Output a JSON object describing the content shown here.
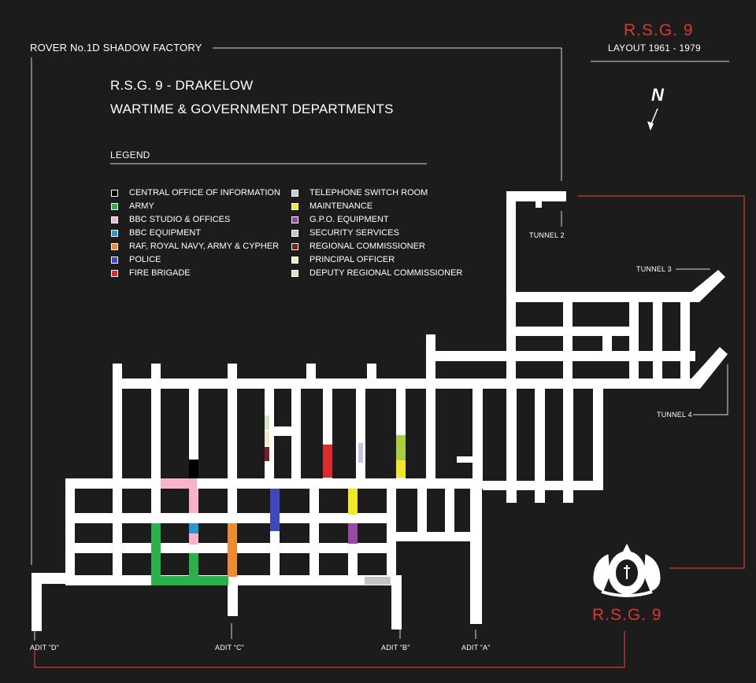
{
  "header": {
    "factory_label": "ROVER No.1D SHADOW FACTORY",
    "title_line1": "R.S.G. 9 - DRAKELOW",
    "title_line2": "WARTIME & GOVERNMENT DEPARTMENTS",
    "legend_heading": "LEGEND",
    "badge_title": "R.S.G. 9",
    "badge_subtitle": "LAYOUT 1961 - 1979",
    "north_letter": "N"
  },
  "footer": {
    "crest_caption": "R.S.G. 9"
  },
  "legend": {
    "left": [
      {
        "label": "CENTRAL OFFICE OF INFORMATION",
        "color": "#000000"
      },
      {
        "label": "ARMY",
        "color": "#2bb04a"
      },
      {
        "label": "BBC STUDIO & OFFICES",
        "color": "#f6b3c9"
      },
      {
        "label": "BBC EQUIPMENT",
        "color": "#2a95d0"
      },
      {
        "label": "RAF, ROYAL NAVY, ARMY & CYPHER",
        "color": "#ef8a2f"
      },
      {
        "label": "POLICE",
        "color": "#3f48c0"
      },
      {
        "label": "FIRE BRIGADE",
        "color": "#e02a2a"
      }
    ],
    "right": [
      {
        "label": "TELEPHONE SWITCH ROOM",
        "color": "#c8c4e6"
      },
      {
        "label": "MAINTENANCE",
        "color": "#f2e825"
      },
      {
        "label": "G.P.O. EQUIPMENT",
        "color": "#9a48a8"
      },
      {
        "label": "SECURITY SERVICES",
        "color": "#c4c4c4"
      },
      {
        "label": "REGIONAL COMMISSIONER",
        "color": "#7a1e1e"
      },
      {
        "label": "PRINCIPAL OFFICER",
        "color": "#f3ebc8"
      },
      {
        "label": "DEPUTY REGIONAL COMMISSIONER",
        "color": "#cfe8c0"
      }
    ]
  },
  "labels": {
    "tunnel2": "TUNNEL 2",
    "tunnel3": "TUNNEL 3",
    "tunnel4": "TUNNEL 4",
    "adit_d": "ADIT “D”",
    "adit_c": "ADIT “C”",
    "adit_b": "ADIT “B”",
    "adit_a": "ADIT “A”"
  }
}
